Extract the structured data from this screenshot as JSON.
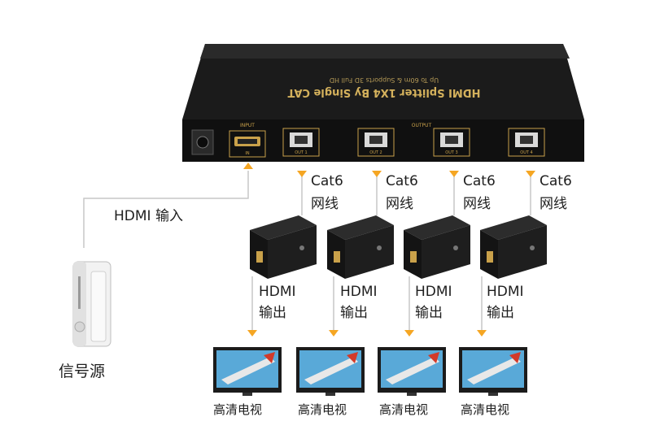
{
  "splitter": {
    "title": "HDMI Splitter 1X4 By Single CAT",
    "subtitle": "Up To 60m & Supports 3D Full HD",
    "input_label": "INPUT",
    "output_label": "OUTPUT",
    "in_label": "IN",
    "ports": [
      "OUT 1",
      "OUT 2",
      "OUT 3",
      "OUT 4"
    ]
  },
  "labels": {
    "hdmi_input": "HDMI 输入",
    "source": "信号源",
    "cable_cat": "Cat6",
    "cable_wire": "网线",
    "hdmi_out_line1": "HDMI",
    "hdmi_out_line2": "输出",
    "tv": "高清电视"
  },
  "colors": {
    "arrow": "#f5a623",
    "line": "#c7c7c7",
    "device": "#1a1a1a",
    "accent_gold": "#c9a14a"
  }
}
